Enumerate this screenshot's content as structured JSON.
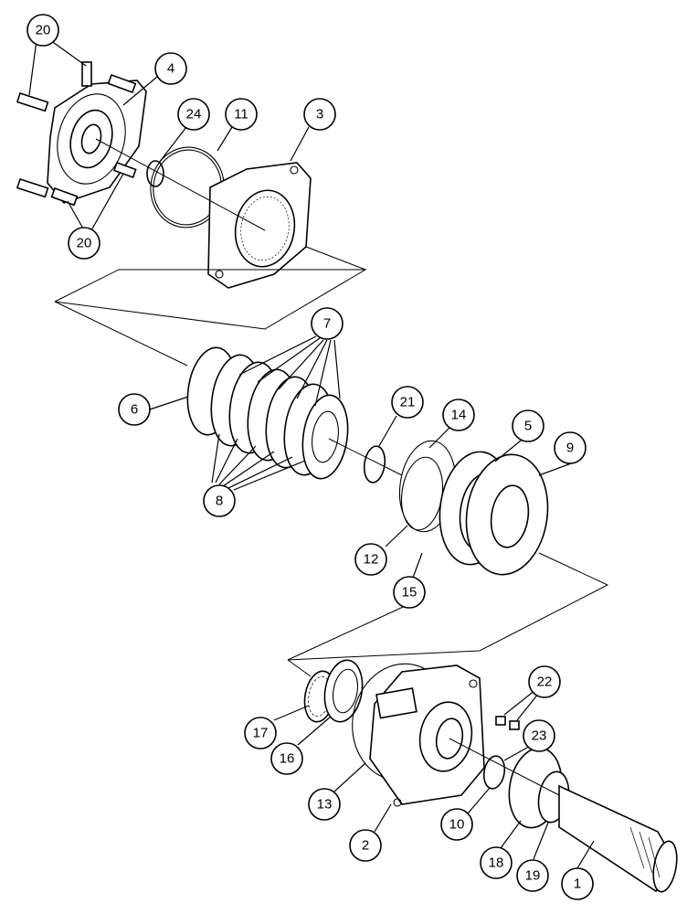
{
  "callouts": [
    {
      "id": "c20a",
      "label": "20"
    },
    {
      "id": "c4",
      "label": "4"
    },
    {
      "id": "c24",
      "label": "24"
    },
    {
      "id": "c11",
      "label": "11"
    },
    {
      "id": "c3",
      "label": "3"
    },
    {
      "id": "c20b",
      "label": "20"
    },
    {
      "id": "c7",
      "label": "7"
    },
    {
      "id": "c6",
      "label": "6"
    },
    {
      "id": "c21",
      "label": "21"
    },
    {
      "id": "c14",
      "label": "14"
    },
    {
      "id": "c5",
      "label": "5"
    },
    {
      "id": "c9",
      "label": "9"
    },
    {
      "id": "c8",
      "label": "8"
    },
    {
      "id": "c12",
      "label": "12"
    },
    {
      "id": "c15",
      "label": "15"
    },
    {
      "id": "c22",
      "label": "22"
    },
    {
      "id": "c17",
      "label": "17"
    },
    {
      "id": "c16",
      "label": "16"
    },
    {
      "id": "c23",
      "label": "23"
    },
    {
      "id": "c13",
      "label": "13"
    },
    {
      "id": "c10",
      "label": "10"
    },
    {
      "id": "c2",
      "label": "2"
    },
    {
      "id": "c18",
      "label": "18"
    },
    {
      "id": "c19",
      "label": "19"
    },
    {
      "id": "c1",
      "label": "1"
    }
  ]
}
